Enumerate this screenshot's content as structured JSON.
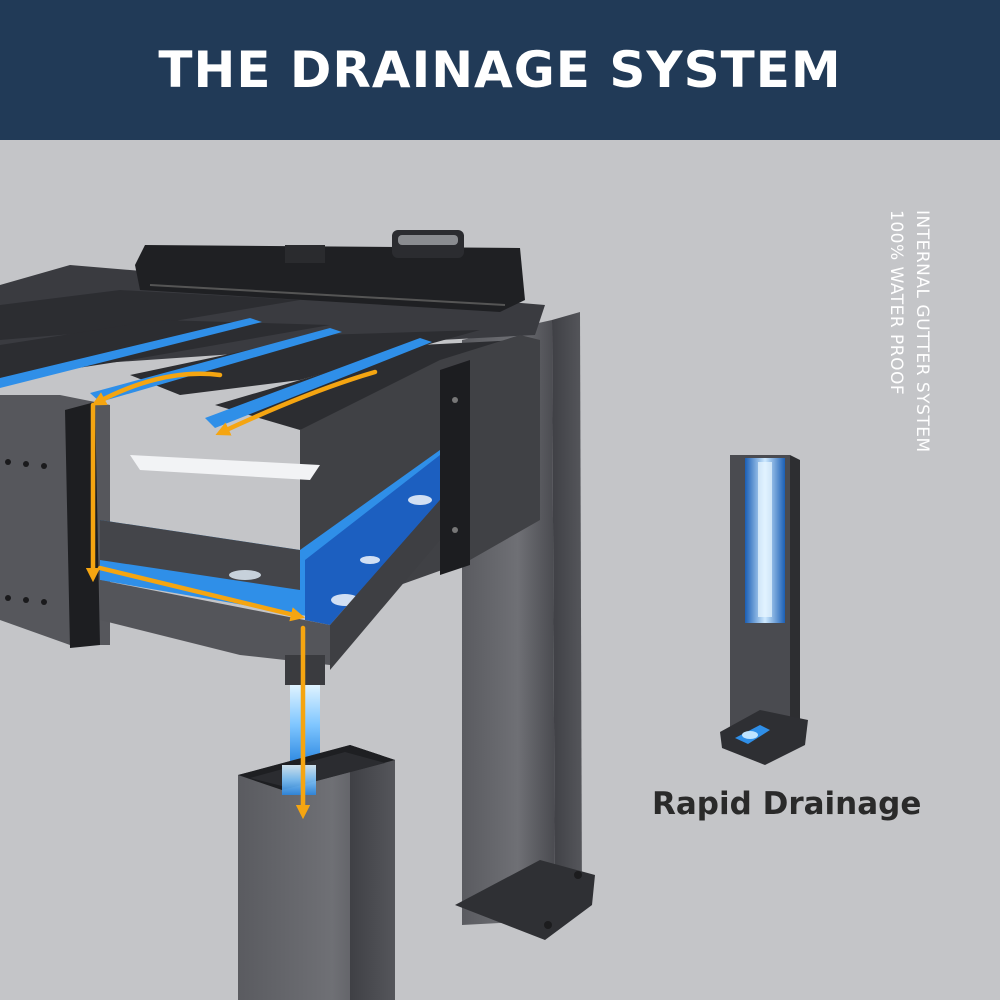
{
  "banner": {
    "title": "THE DRAINAGE SYSTEM"
  },
  "side_caption": {
    "line1": "INTERNAL GUTTER SYSTEM",
    "line2": "100% WATER PROOF"
  },
  "rapid_drainage": {
    "label": "Rapid Drainage"
  },
  "colors": {
    "banner": "#213a57",
    "background": "#c4c5c8",
    "metal": "#4c4d52",
    "water": "#2f8fe8",
    "arrow": "#f5a511"
  },
  "icons": [
    "flow-arrow-icon"
  ]
}
